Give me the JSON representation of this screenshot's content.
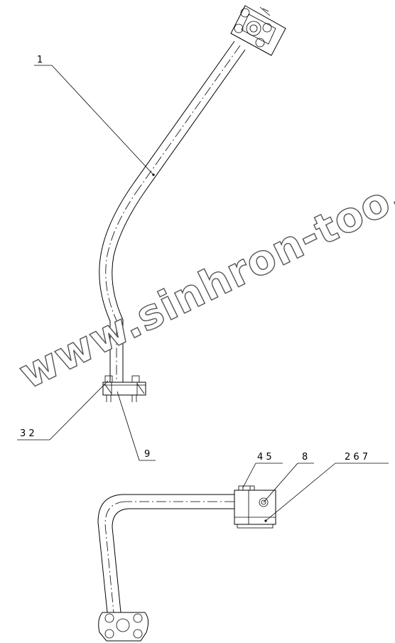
{
  "watermark": "www.sinhron-too.kz",
  "callouts": [
    {
      "id": "c1",
      "text": "1"
    },
    {
      "id": "c32",
      "text": "3 2"
    },
    {
      "id": "c9",
      "text": "9"
    },
    {
      "id": "c45",
      "text": "4 5"
    },
    {
      "id": "c8",
      "text": "8"
    },
    {
      "id": "c267",
      "text": "2 6 7"
    }
  ],
  "colors": {
    "line": "#000000",
    "background": "#ffffff",
    "watermark_outline": "#555555"
  }
}
